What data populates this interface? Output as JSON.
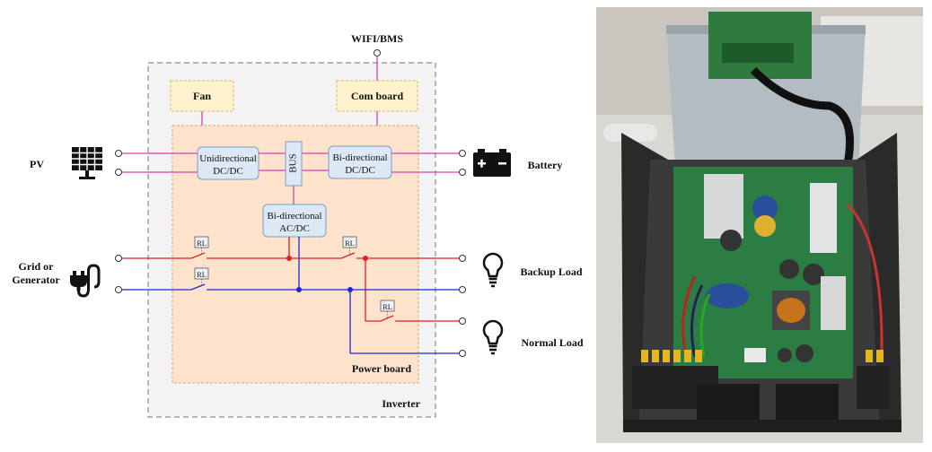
{
  "labels": {
    "wifi_bms": "WIFI/BMS",
    "fan": "Fan",
    "com_board": "Com board",
    "pv": "PV",
    "battery": "Battery",
    "unidirectional_dcdc_line1": "Unidirectional",
    "unidirectional_dcdc_line2": "DC/DC",
    "bus": "BUS",
    "bidirectional_dcdc_line1": "Bi-directional",
    "bidirectional_dcdc_line2": "DC/DC",
    "bidirectional_acdc_line1": "Bi-directional",
    "bidirectional_acdc_line2": "AC/DC",
    "relay": "RL",
    "grid_line1": "Grid or",
    "grid_line2": "Generator",
    "backup_load": "Backup Load",
    "normal_load": "Normal Load",
    "power_board": "Power board",
    "inverter": "Inverter"
  },
  "colors": {
    "power_board_fill": "#fde3cc",
    "module_fill": "#dce8f5",
    "fan_fill": "#fff2cc",
    "inverter_fill": "#f3f3f3",
    "dc_line": "#d63fb8",
    "live_line": "#e02020",
    "neutral_line": "#1a2ad0"
  },
  "icons": [
    "solar-panel-icon",
    "battery-icon",
    "plug-icon",
    "lightbulb-icon"
  ]
}
